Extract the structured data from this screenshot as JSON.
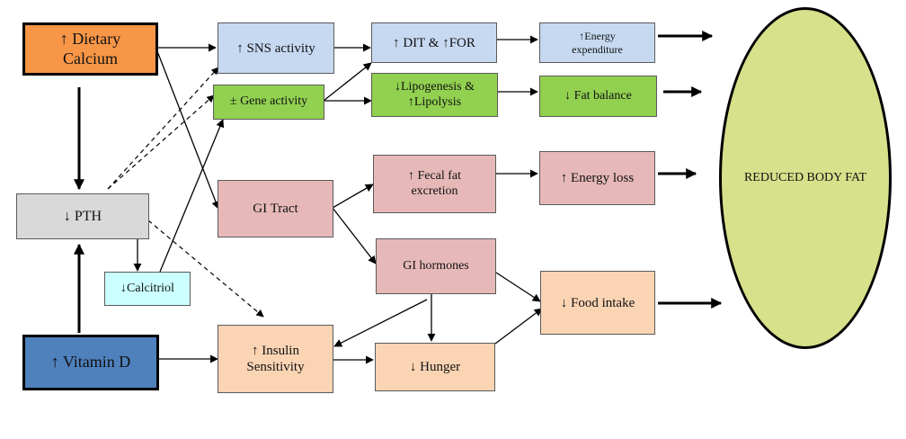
{
  "colors": {
    "orange": "#f79646",
    "blue_strong": "#4f81bd",
    "light_blue": "#c6d9f1",
    "green": "#92d050",
    "pink": "#e6b9b8",
    "peach": "#fbd4b4",
    "gray": "#d9d9d9",
    "cyan": "#ccffff",
    "olive": "#d7e08a"
  },
  "nodes": {
    "dietary_calcium": {
      "line1": "↑ Dietary",
      "line2": "Calcium"
    },
    "pth": {
      "label": "↓ PTH"
    },
    "calcitriol": {
      "label": "↓Calcitriol"
    },
    "vitamin_d": {
      "label": "↑ Vitamin D"
    },
    "sns": {
      "label": "↑ SNS activity"
    },
    "gene": {
      "label": "± Gene activity"
    },
    "gi_tract": {
      "label": "GI Tract"
    },
    "insulin": {
      "line1": "↑ Insulin",
      "line2": "Sensitivity"
    },
    "dit": {
      "label": "↑ DIT & ↑FOR"
    },
    "lipo": {
      "line1": "↓Lipogenesis &",
      "line2": "↑Lipolysis"
    },
    "fecal": {
      "line1": "↑ Fecal fat",
      "line2": "excretion"
    },
    "gi_hormones": {
      "label": "GI hormones"
    },
    "hunger": {
      "label": "↓ Hunger"
    },
    "energy_exp": {
      "line1": "↑Energy",
      "line2": "expenditure"
    },
    "fat_balance": {
      "label": "↓ Fat balance"
    },
    "energy_loss": {
      "label": "↑ Energy loss"
    },
    "food_intake": {
      "label": "↓ Food intake"
    },
    "reduced_fat": {
      "label": "REDUCED BODY FAT"
    }
  }
}
